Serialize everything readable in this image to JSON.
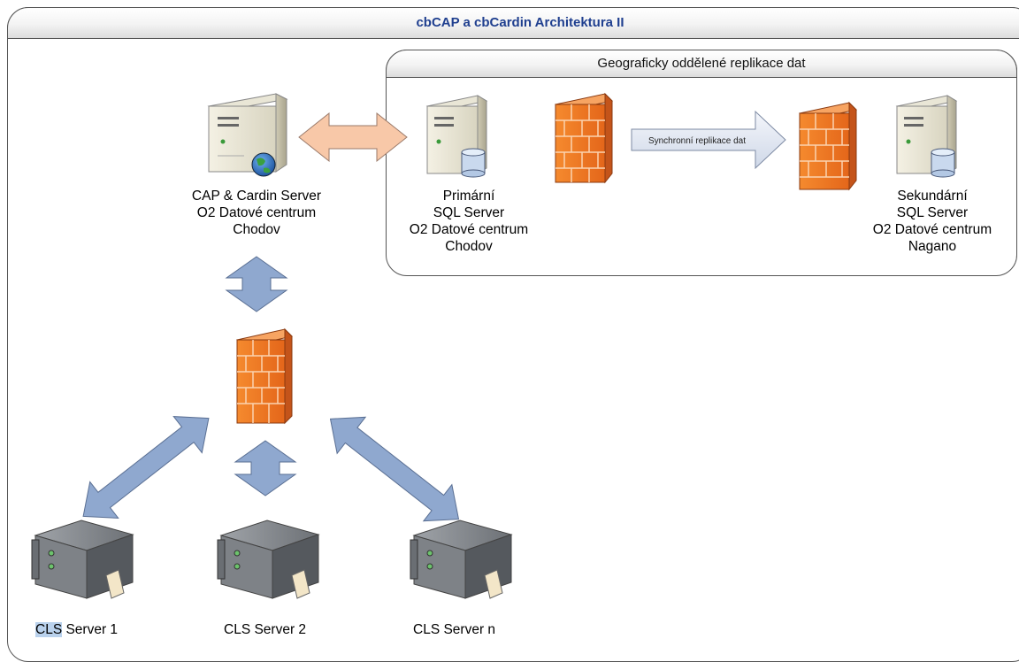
{
  "title": "cbCAP a cbCardin Architektura II",
  "replication_panel": {
    "title": "Geograficky oddělené replikace dat",
    "sync_label": "Synchronní replikace dat"
  },
  "nodes": {
    "cap_server": {
      "line1": "CAP & Cardin Server",
      "line2": "O2 Datové centrum",
      "line3": "Chodov"
    },
    "primary_sql": {
      "line1": "Primární",
      "line2": "SQL Server",
      "line3": "O2 Datové centrum",
      "line4": "Chodov"
    },
    "secondary_sql": {
      "line1": "Sekundární",
      "line2": "SQL Server",
      "line3": "O2 Datové centrum",
      "line4": "Nagano"
    },
    "cls1": {
      "prefix": "CLS",
      "rest": " Server 1"
    },
    "cls2": {
      "label": "CLS Server 2"
    },
    "clsn": {
      "label": "CLS Server n"
    }
  },
  "icons": {
    "server_tower": "server-tower-icon",
    "database": "database-icon",
    "globe": "globe-icon",
    "firewall": "firewall-icon",
    "rack_server": "rack-server-icon"
  },
  "colors": {
    "title_text": "#1f3f8f",
    "arrow_blue": "#8fa8cf",
    "arrow_orange": "#f8c8a8",
    "firewall": "#f07a20",
    "highlight": "#b9d1ec"
  }
}
